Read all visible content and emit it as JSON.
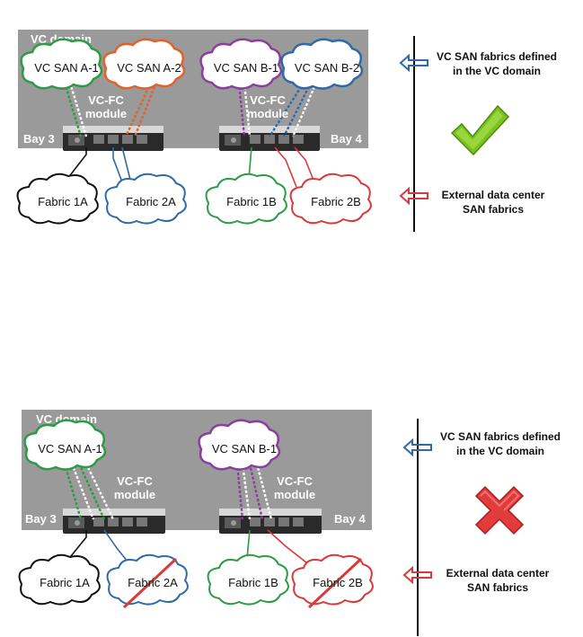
{
  "top": {
    "domain_label": "VC domain",
    "vc_san": [
      "VC SAN A-1",
      "VC SAN A-2",
      "VC SAN B-1",
      "VC SAN B-2"
    ],
    "module_label_line1": "VC-FC",
    "module_label_line2": "module",
    "bay_left": "Bay 3",
    "bay_right": "Bay 4",
    "fabrics": [
      "Fabric 1A",
      "Fabric 2A",
      "Fabric 1B",
      "Fabric 2B"
    ],
    "status_icon": "checkmark-icon"
  },
  "bottom": {
    "domain_label": "VC domain",
    "vc_san": [
      "VC SAN A-1",
      "VC SAN B-1"
    ],
    "module_label_line1": "VC-FC",
    "module_label_line2": "module",
    "bay_left": "Bay 3",
    "bay_right": "Bay 4",
    "fabrics": [
      "Fabric 1A",
      "Fabric 2A",
      "Fabric 1B",
      "Fabric 2B"
    ],
    "status_icon": "cross-icon"
  },
  "legend": {
    "internal_line1": "VC SAN fabrics defined",
    "internal_line2": "in the VC domain",
    "external_line1": "External data center",
    "external_line2": "SAN fabrics"
  },
  "colors": {
    "green": "#2e9a45",
    "orange": "#e0622a",
    "purple": "#8a3f9c",
    "blue": "#2f6aa6",
    "red": "#d83a3a",
    "black": "#111111",
    "domain_gray": "#9a9a9a",
    "check_green": "#7cc321",
    "cross_red": "#e23b3b",
    "arrow_blue": "#2f6aa6",
    "arrow_red": "#d83a3a"
  }
}
